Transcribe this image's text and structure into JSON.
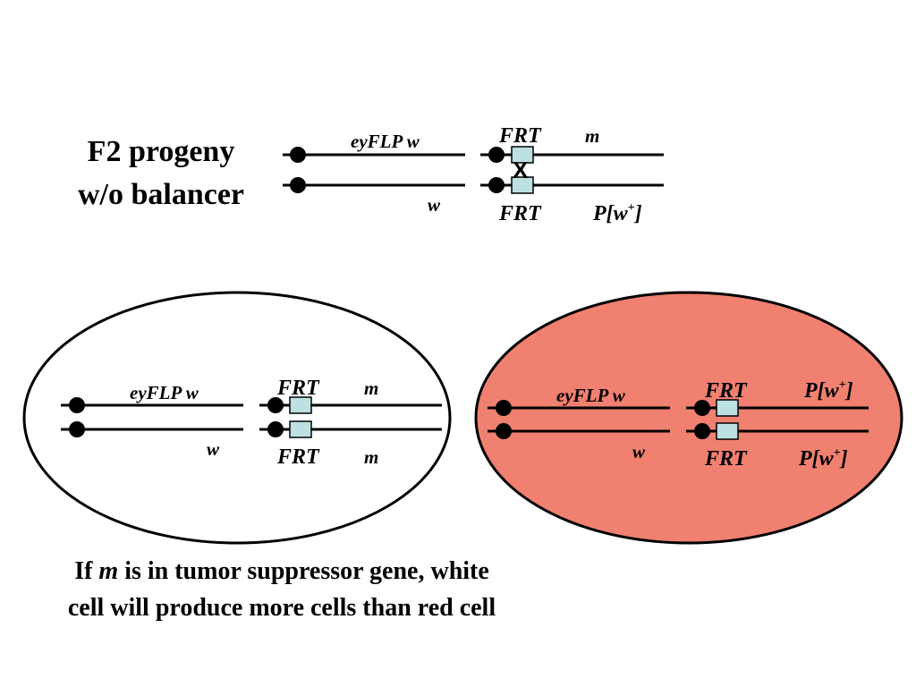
{
  "heading": {
    "line1": "F2 progeny",
    "line2": "w/o balancer"
  },
  "colors": {
    "red_cell_fill": "#f08070",
    "frt_box_fill": "#bde0e3",
    "outline": "#000000"
  },
  "top_diagram": {
    "chrom1_left_label": "eyFLP w",
    "chrom2_left_label": "w",
    "chrom1_frt_label": "FRT",
    "chrom2_frt_label": "FRT",
    "chrom1_right_label": "m",
    "chrom2_right_base": "P[w",
    "chrom2_right_sup": "+",
    "chrom2_right_close": "]",
    "crossover_mark": "X"
  },
  "white_cell": {
    "chrom1_left_label": "eyFLP w",
    "chrom2_left_label": "w",
    "chrom1_frt_label": "FRT",
    "chrom2_frt_label": "FRT",
    "chrom1_right_label": "m",
    "chrom2_right_label": "m"
  },
  "red_cell": {
    "chrom1_left_label": "eyFLP w",
    "chrom2_left_label": "w",
    "chrom1_frt_label": "FRT",
    "chrom2_frt_label": "FRT",
    "chrom1_right_base": "P[w",
    "chrom1_right_sup": "+",
    "chrom1_right_close": "]",
    "chrom2_right_base": "P[w",
    "chrom2_right_sup": "+",
    "chrom2_right_close": "]"
  },
  "caption": {
    "part1": "If ",
    "gene": "m",
    "part2": " is in tumor suppressor gene, white",
    "line2": "cell will produce more cells than red cell"
  }
}
